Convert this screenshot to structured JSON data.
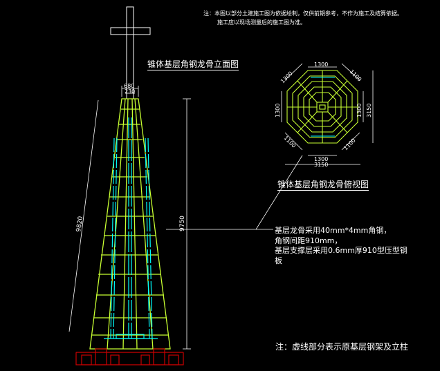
{
  "notes": {
    "top_line1": "注：本图以部分土建施工图为依据绘制，仅供前期参考，不作为施工及结算依据。",
    "top_line2": "施工应以现场测量后的施工图为准。",
    "bottom": "注：虚线部分表示原基层钢架及立柱"
  },
  "titles": {
    "elevation": "锥体基层角钢龙骨立面图",
    "plan": "锥体基层角钢龙骨俯视图"
  },
  "spec": {
    "line1": "基层龙骨采用40mm*4mm角钢，",
    "line2": "角钢间距910mm，",
    "line3": "基层支撑层采用0.6mm厚910型压型钢",
    "line4": "板"
  },
  "dims": {
    "top_width_outer": "680",
    "top_width_inner": "230",
    "slant_length": "9820",
    "height": "9750",
    "plan_top": "1300",
    "plan_bottom_inner": "1300",
    "plan_bottom_outer": "3150",
    "plan_left": "1300",
    "plan_right_inner": "1300",
    "plan_right_outer": "3150",
    "plan_diag_tl": "1300",
    "plan_diag_tr": "1100",
    "plan_diag_bl": "1100",
    "plan_diag_br": "1100"
  },
  "colors": {
    "frame": "#c8ff32",
    "column": "#00ffff",
    "base": "#cc0000",
    "text": "#ffffff",
    "background": "#000000"
  }
}
